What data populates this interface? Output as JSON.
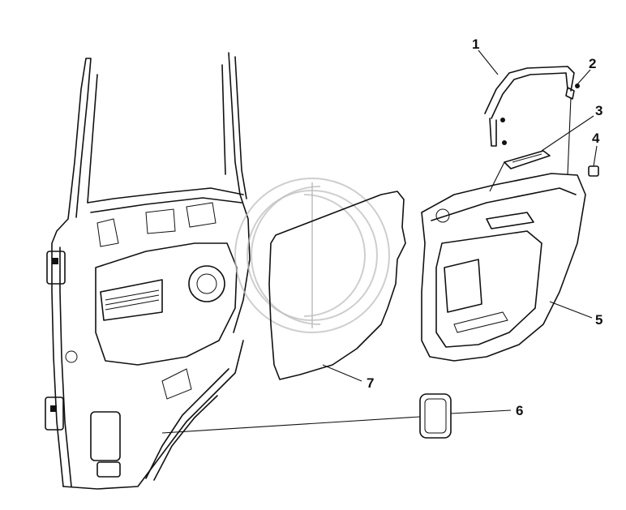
{
  "callouts": {
    "c1": "1",
    "c2": "2",
    "c3": "3",
    "c4": "4",
    "c5": "5",
    "c6": "6",
    "c7": "7"
  },
  "colors": {
    "line": "#111111",
    "background": "#ffffff",
    "watermark": "#bdbdbd"
  }
}
